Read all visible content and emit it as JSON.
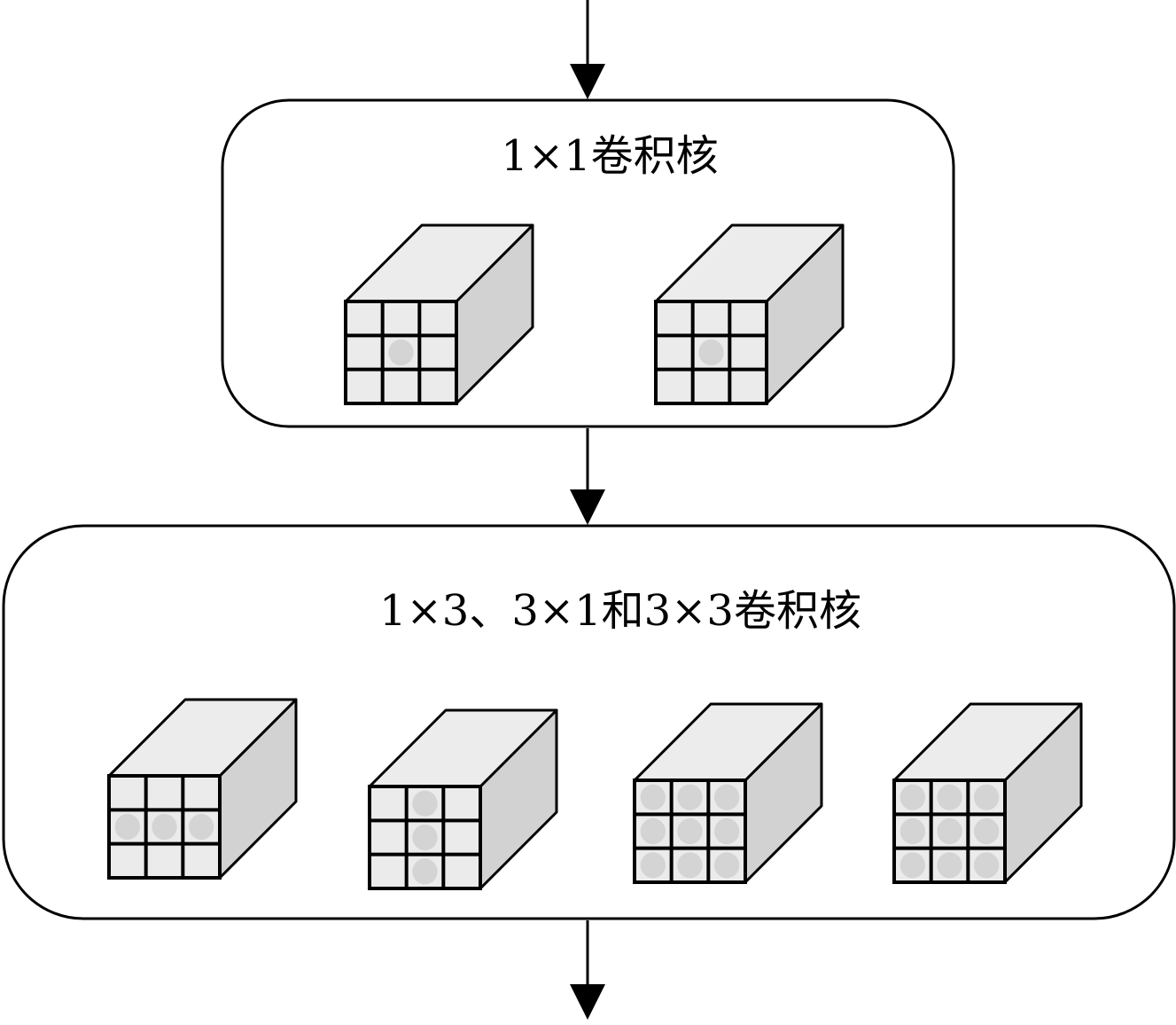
{
  "diagram": {
    "colors": {
      "stroke": "#000000",
      "box_fill": "#ffffff",
      "kernel_fill": "#ebebeb",
      "top_face": "#ececec",
      "side_face": "#d2d2d2",
      "active_cell": "#d4d4d4"
    },
    "top_panel": {
      "title": "1×1卷积核",
      "kernels": [
        {
          "grid": [
            [
              0,
              0,
              0
            ],
            [
              0,
              1,
              0
            ],
            [
              0,
              0,
              0
            ]
          ]
        },
        {
          "grid": [
            [
              0,
              0,
              0
            ],
            [
              0,
              1,
              0
            ],
            [
              0,
              0,
              0
            ]
          ]
        }
      ]
    },
    "bottom_panel": {
      "title": "1×3、3×1和3×3卷积核",
      "kernels": [
        {
          "grid": [
            [
              0,
              0,
              0
            ],
            [
              1,
              1,
              1
            ],
            [
              0,
              0,
              0
            ]
          ]
        },
        {
          "grid": [
            [
              0,
              1,
              0
            ],
            [
              0,
              1,
              0
            ],
            [
              0,
              1,
              0
            ]
          ]
        },
        {
          "grid": [
            [
              1,
              1,
              1
            ],
            [
              1,
              1,
              1
            ],
            [
              1,
              1,
              1
            ]
          ]
        },
        {
          "grid": [
            [
              1,
              1,
              1
            ],
            [
              1,
              1,
              1
            ],
            [
              1,
              1,
              1
            ]
          ]
        }
      ]
    }
  }
}
